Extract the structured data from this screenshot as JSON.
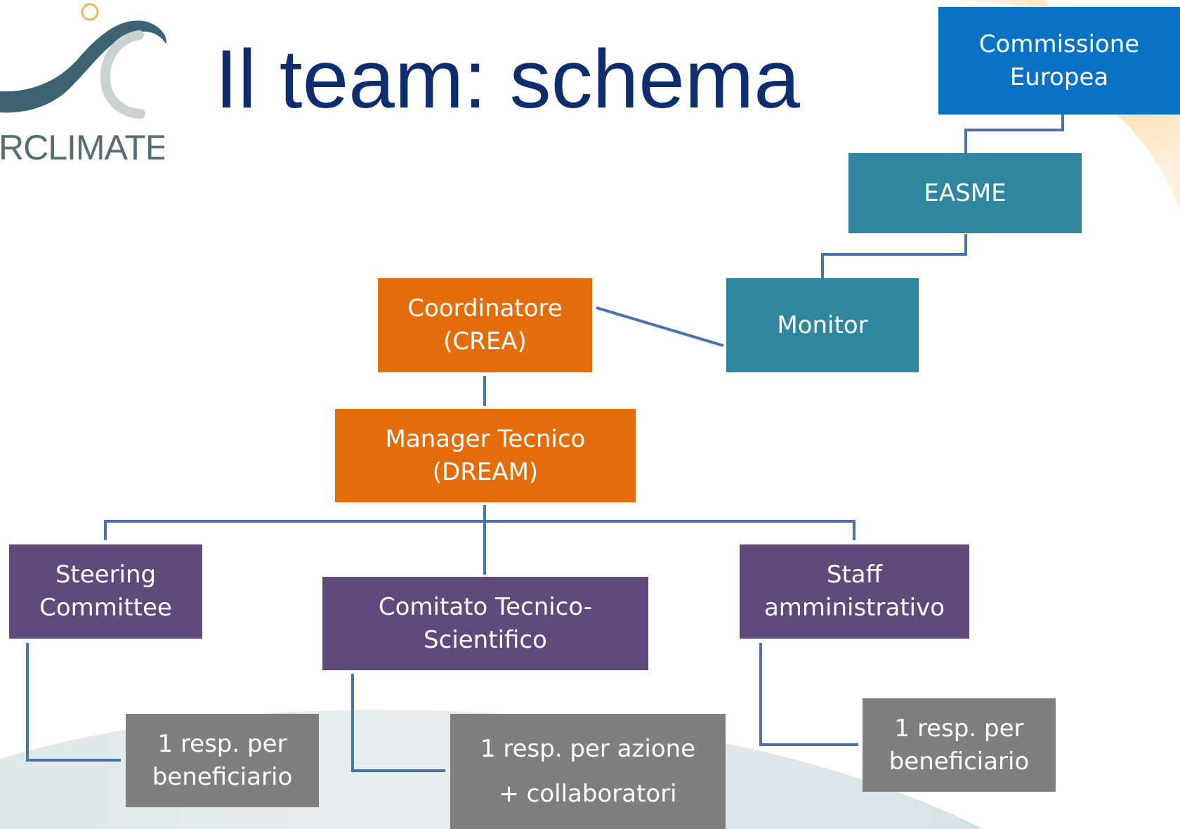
{
  "slide": {
    "title": "Il team: schema",
    "logo_text": "RCLIMATE"
  },
  "colors": {
    "title": "#0e2d6e",
    "connector": "#4472c4",
    "eu_blue": "#0872c6",
    "teal": "#31869f",
    "orange": "#e46c0a",
    "purple": "#604a7b",
    "grey": "#7f7f7f"
  },
  "nodes": {
    "commissione": "Commissione\nEuropea",
    "easme": "EASME",
    "monitor": "Monitor",
    "coordinatore": "Coordinatore\n(CREA)",
    "manager": "Manager Tecnico\n(DREAM)",
    "steering": "Steering\nCommittee",
    "comitato": "Comitato Tecnico-\nScientifico",
    "staff": "Staff\namministrativo",
    "resp_steering": "1 resp. per\nbeneficiario",
    "resp_comitato_line1": "1 resp. per azione",
    "resp_comitato_line2": "+ collaboratori",
    "resp_staff": "1 resp. per\nbeneficiario"
  }
}
